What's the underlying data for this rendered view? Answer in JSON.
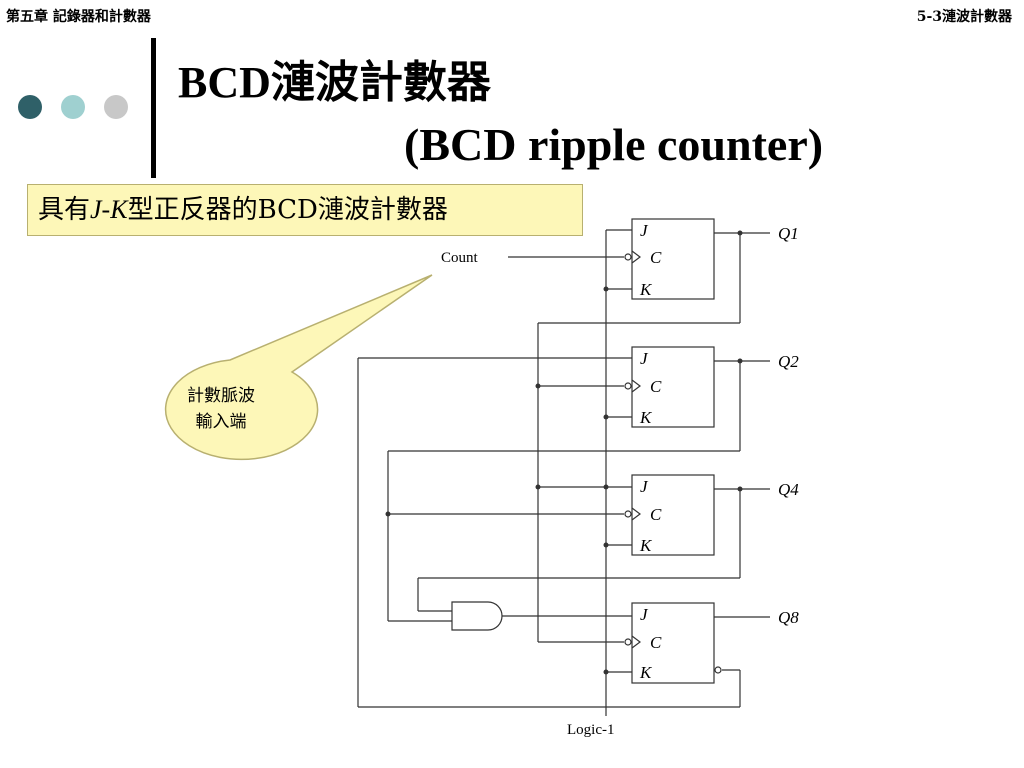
{
  "header": {
    "chapter": "第五章 記錄器和計數器",
    "section": "5-3漣波計數器"
  },
  "title": "BCD漣波計數器",
  "subtitle": "(BCD ripple counter)",
  "label_box": {
    "prefix": "具有",
    "italic": "J-K",
    "suffix": "型正反器的BCD漣波計數器"
  },
  "callout": {
    "line1": "計數脈波",
    "line2": "輸入端"
  },
  "circuit": {
    "count_label": "Count",
    "logic_label": "Logic-1",
    "pin_j": "J",
    "pin_c": "C",
    "pin_k": "K",
    "outputs": [
      "Q1",
      "Q2",
      "Q4",
      "Q8"
    ]
  },
  "colors": {
    "dot1": "#2f6068",
    "dot2": "#9fd0d0",
    "dot3": "#c8c8c8",
    "label_bg": "#fdf7b8",
    "callout_fill": "#fdf7b8"
  }
}
